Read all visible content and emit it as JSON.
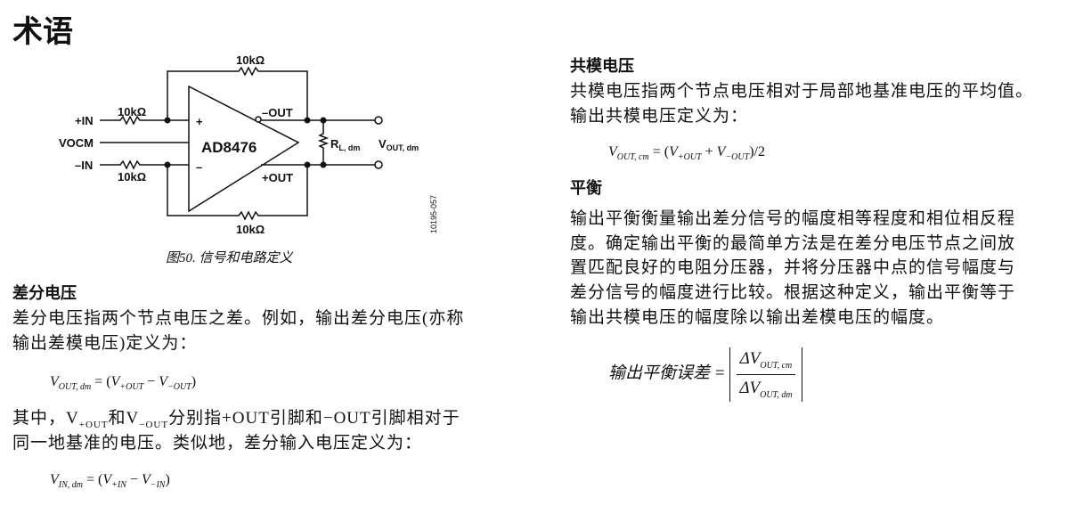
{
  "title": "术语",
  "figure": {
    "resistor_label": "10kΩ",
    "in_plus": "+IN",
    "vocm": "VOCM",
    "in_minus": "–IN",
    "chip": "AD8476",
    "plus_sign": "+",
    "minus_sign": "–",
    "out_minus": "–OUT",
    "out_plus": "+OUT",
    "rl_main": "R",
    "rl_sub": "L, dm",
    "vout_main": "V",
    "vout_sub": "OUT, dm",
    "code": "10195-057",
    "caption": "图50. 信号和电路定义"
  },
  "left": {
    "heading": "差分电压",
    "para1": [
      "差分电压指两个节点电压之差。例如，输出差分电压(亦称",
      "输出差模电压)定义为："
    ],
    "formula1": {
      "lhs": "V",
      "lhs_sub": "OUT, dm",
      "eq": " = (",
      "a": "V",
      "a_sub": "+OUT",
      "op": " − ",
      "b": "V",
      "b_sub": "−OUT",
      "end": ")"
    },
    "para2_line1": {
      "t1": "其中，V",
      "s1": "+OUT",
      "t2": "和V",
      "s2": "−OUT",
      "t3": "分别指+OUT引脚和−OUT引脚相对于"
    },
    "para2_line2": "同一地基准的电压。类似地，差分输入电压定义为：",
    "formula2": {
      "lhs": "V",
      "lhs_sub": "IN, dm",
      "eq": " = (",
      "a": "V",
      "a_sub": "+IN",
      "op": " − ",
      "b": "V",
      "b_sub": "−IN",
      "end": ")"
    }
  },
  "right": {
    "heading1": "共模电压",
    "para1": [
      "共模电压指两个节点电压相对于局部地基准电压的平均值。",
      "输出共模电压定义为："
    ],
    "formula1": {
      "lhs": "V",
      "lhs_sub": "OUT, cm",
      "eq": " = (",
      "a": "V",
      "a_sub": "+OUT",
      "op": " + ",
      "b": "V",
      "b_sub": "−OUT",
      "end": ")/2"
    },
    "heading2": "平衡",
    "para2": [
      "输出平衡衡量输出差分信号的幅度相等程度和相位相反程",
      "度。确定输出平衡的最简单方法是在差分电压节点之间放",
      "置匹配良好的电阻分压器，并将分压器中点的信号幅度与",
      "差分信号的幅度进行比较。根据这种定义，输出平衡等于",
      "输出共模电压的幅度除以输出差模电压的幅度。"
    ],
    "formula2": {
      "lhs": "输出平衡误差 =",
      "num": "ΔV",
      "num_sub": "OUT, cm",
      "den": "ΔV",
      "den_sub": "OUT, dm"
    }
  }
}
